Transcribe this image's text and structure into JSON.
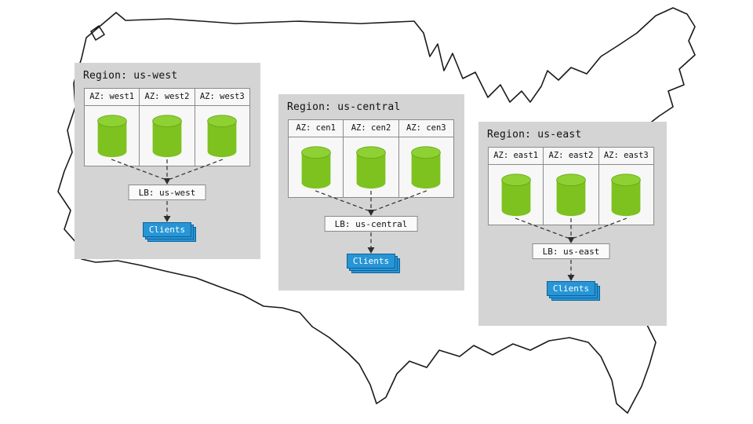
{
  "regions": [
    {
      "title": "Region: us-west",
      "azs": [
        "AZ: west1",
        "AZ: west2",
        "AZ: west3"
      ],
      "lb": "LB: us-west",
      "clients": "Clients"
    },
    {
      "title": "Region: us-central",
      "azs": [
        "AZ: cen1",
        "AZ: cen2",
        "AZ: cen3"
      ],
      "lb": "LB: us-central",
      "clients": "Clients"
    },
    {
      "title": "Region: us-east",
      "azs": [
        "AZ: east1",
        "AZ: east2",
        "AZ: east3"
      ],
      "lb": "LB: us-east",
      "clients": "Clients"
    }
  ],
  "icons": {
    "map": "us-map-outline",
    "database": "database-cylinder-icon"
  },
  "colors": {
    "region_bg": "#d4d4d4",
    "az_bg": "#f7f7f7",
    "lb_bg": "#fafafa",
    "cylinder_body": "#7dc21e",
    "cylinder_top": "#8ed133",
    "cylinder_edge": "#6aa817",
    "clients_bg": "#2795d6",
    "clients_border": "#0e639c",
    "clients_text": "#ffffff",
    "outline": "#1a1a1a"
  }
}
